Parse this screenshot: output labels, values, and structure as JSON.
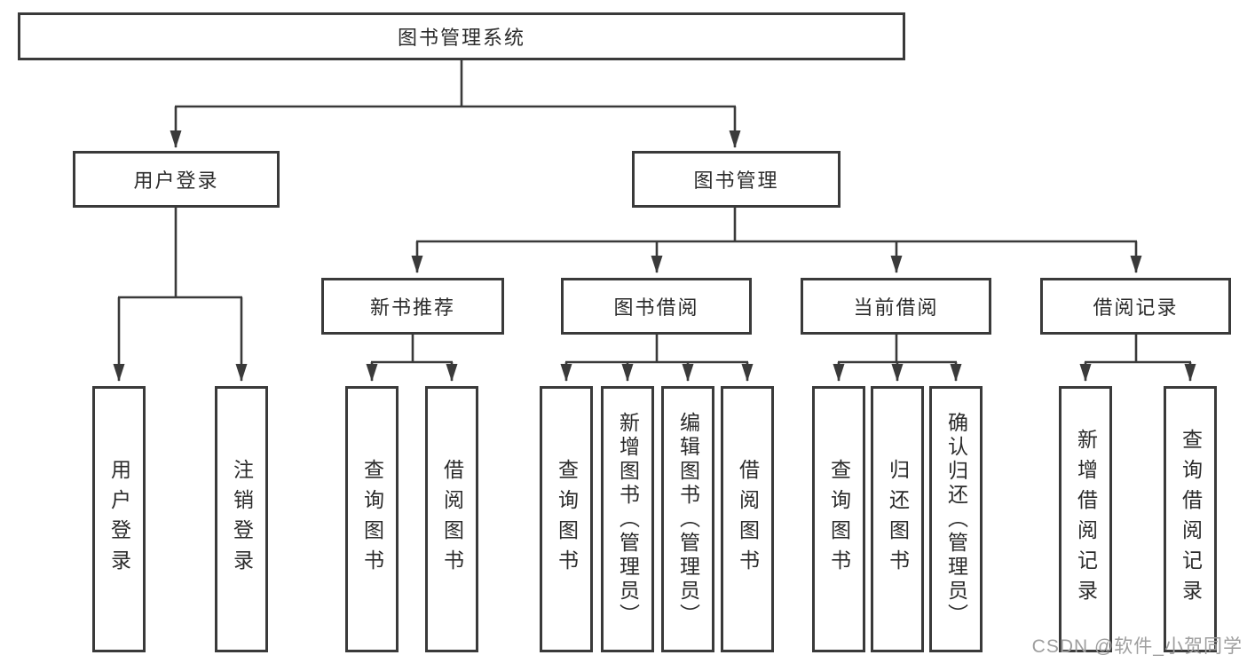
{
  "tree": {
    "root": {
      "label": "图书管理系统"
    },
    "children": [
      {
        "label": "用户登录",
        "children": [
          {
            "label": "用户登录"
          },
          {
            "label": "注销登录"
          }
        ]
      },
      {
        "label": "图书管理",
        "children": [
          {
            "label": "新书推荐",
            "children": [
              {
                "label": "查询图书"
              },
              {
                "label": "借阅图书"
              }
            ]
          },
          {
            "label": "图书借阅",
            "children": [
              {
                "label": "查询图书"
              },
              {
                "label": "新增图书（管理员）"
              },
              {
                "label": "编辑图书（管理员）"
              },
              {
                "label": "借阅图书"
              }
            ]
          },
          {
            "label": "当前借阅",
            "children": [
              {
                "label": "查询图书"
              },
              {
                "label": "归还图书"
              },
              {
                "label": "确认归还（管理员）"
              }
            ]
          },
          {
            "label": "借阅记录",
            "children": [
              {
                "label": "新增借阅记录"
              },
              {
                "label": "查询借阅记录"
              }
            ]
          }
        ]
      }
    ]
  },
  "watermark": "CSDN @软件_小贺同学",
  "colors": {
    "line": "#3a3a3a",
    "text": "#2b2b2b",
    "box_bg": "#ffffff",
    "background": "#ffffff",
    "watermark": "#9e9e9e"
  }
}
